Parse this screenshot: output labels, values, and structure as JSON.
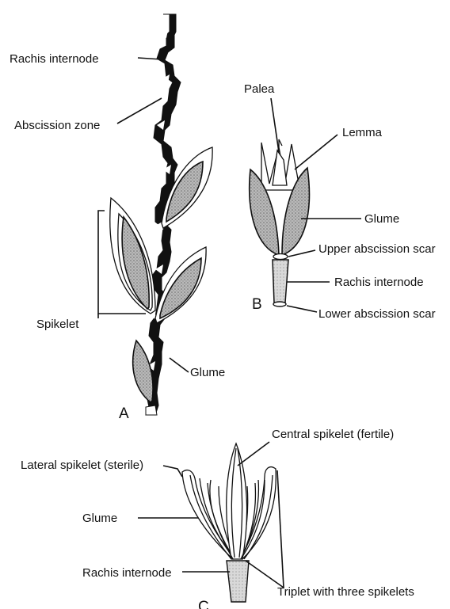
{
  "panels": {
    "a": {
      "letter": "A",
      "labels": {
        "rachis_internode": "Rachis internode",
        "abscission_zone": "Abscission zone",
        "spikelet": "Spikelet",
        "glume": "Glume"
      }
    },
    "b": {
      "letter": "B",
      "labels": {
        "palea": "Palea",
        "lemma": "Lemma",
        "glume": "Glume",
        "upper_abscission_scar": "Upper abscission scar",
        "rachis_internode": "Rachis internode",
        "lower_abscission_scar": "Lower abscission scar"
      }
    },
    "c": {
      "letter": "C",
      "labels": {
        "central_spikelet": "Central spikelet (fertile)",
        "lateral_spikelet": "Lateral spikelet (sterile)",
        "glume": "Glume",
        "rachis_internode": "Rachis internode",
        "triplet": "Triplet with three spikelets"
      }
    }
  }
}
